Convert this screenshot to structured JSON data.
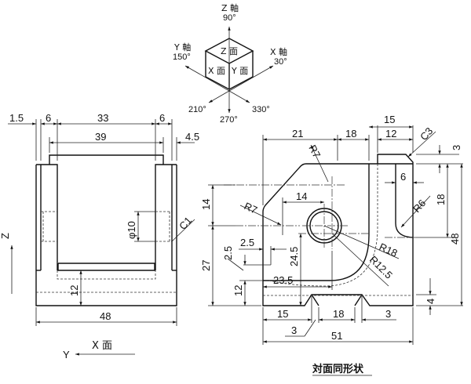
{
  "axis_legend": {
    "z_axis": "Z 軸",
    "z_angle": "90°",
    "x_axis": "X 軸",
    "x_angle": "30°",
    "y_axis": "Y 軸",
    "y_angle": "150°",
    "angle_210": "210°",
    "angle_270": "270°",
    "angle_330": "330°",
    "face_z": "Z 面",
    "face_x": "X 面",
    "face_y": "Y 面"
  },
  "left_view": {
    "dims": {
      "d1_5": "1.5",
      "d6_left": "6",
      "d33": "33",
      "d6_right": "6",
      "d39": "39",
      "d4_5": "4.5",
      "phi10": "φ10",
      "c1": "C1",
      "d12": "12",
      "d48": "48"
    },
    "z_label": "Z",
    "y_label": "Y",
    "face_label": "X 面"
  },
  "right_view": {
    "dims": {
      "d21": "21",
      "d18_top": "18",
      "d15_top": "15",
      "d12_top": "12",
      "c3": "C3",
      "d3": "3",
      "r7_top": "R7",
      "d14_h": "14",
      "r7_left": "R7",
      "d6": "6",
      "r6": "R6",
      "d18_v": "18",
      "d14_v": "14",
      "d48_v": "48",
      "d27": "27",
      "d2_5_h": "2.5",
      "d2_5_v": "2.5",
      "d24_5": "24.5",
      "r18": "R18",
      "r12_5": "R12.5",
      "d12_v": "12",
      "d23_5": "23.5",
      "d4": "4",
      "d15_bottom": "15",
      "d18_bottom": "18",
      "d3_bottom": "3",
      "d3_slant": "3",
      "d51": "51"
    },
    "caption": "対面同形状"
  }
}
